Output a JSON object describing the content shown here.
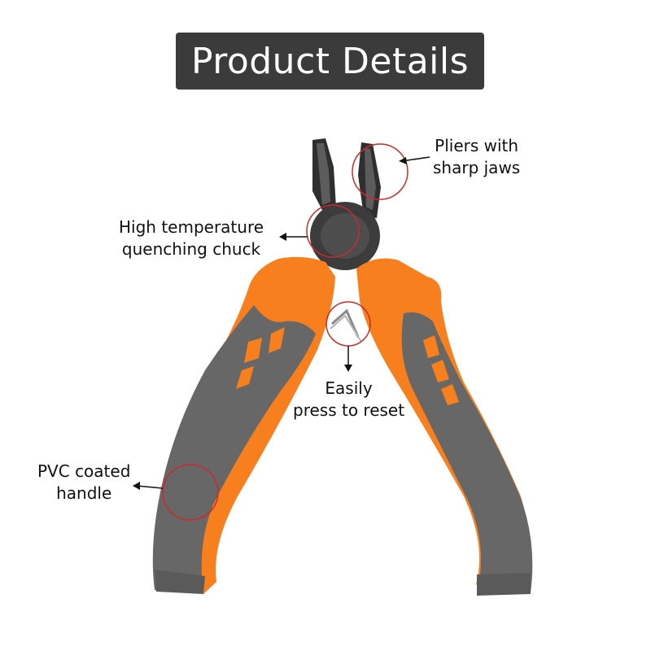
{
  "title": "Product Details",
  "callouts": {
    "jaws": {
      "line1": "Pliers with",
      "line2": "sharp jaws"
    },
    "chuck": {
      "line1": "High temperature",
      "line2": "quenching chuck"
    },
    "reset": {
      "line1": "Easily",
      "line2": "press to reset"
    },
    "handle": {
      "line1": "PVC coated",
      "line2": "handle"
    }
  },
  "colors": {
    "banner": "#3b3b3b",
    "orange": "#f77f1e",
    "gray": "#676767",
    "steel": "#4a4a4a",
    "ring": "#cc2a2a"
  },
  "icons": {
    "product": "pliers-icon"
  }
}
